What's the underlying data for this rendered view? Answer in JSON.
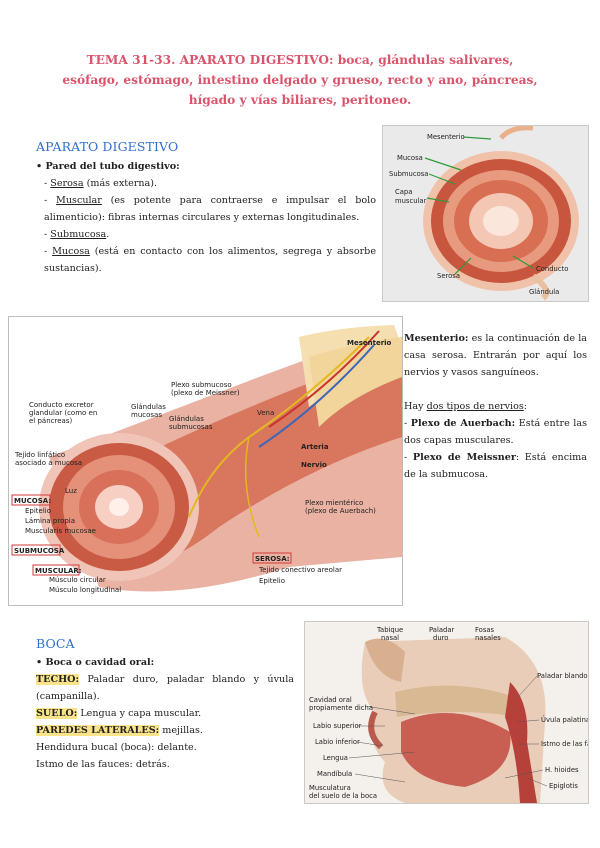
{
  "title": "TEMA 31-33. APARATO DIGESTIVO: boca, glándulas salivares, esófago, estómago, intestino delgado y grueso, recto y ano, páncreas, hígado y vías biliares, peritoneo.",
  "section1": {
    "heading": "APARATO DIGESTIVO",
    "bullet": "• Pared del tubo digestivo:",
    "items": [
      {
        "dash": "- ",
        "term": "Serosa",
        "rest": " (más externa)."
      },
      {
        "dash": "- ",
        "term": "Muscular",
        "rest": " (es potente para contraerse e impulsar el bolo alimenticio): fibras internas circulares y externas longitudinales."
      },
      {
        "dash": "- ",
        "term": "Submucosa",
        "rest": "."
      },
      {
        "dash": "- ",
        "term": "Mucosa",
        "rest": " (está en contacto con los alimentos, segrega y absorbe sustancias)."
      }
    ],
    "figure1": {
      "labels": {
        "mesenterio": "Mesenterio",
        "mucosa": "Mucosa",
        "submucosa": "Submucosa",
        "capa_muscular_1": "Capa",
        "capa_muscular_2": "muscular",
        "serosa": "Serosa",
        "conducto": "Conducto",
        "glandula": "Glándula"
      }
    }
  },
  "figure2": {
    "labels": {
      "mesenterio": "Mesenterio",
      "plexo_sub_1": "Plexo submucoso",
      "plexo_sub_2": "(plexo de Meissner)",
      "conducto_1": "Conducto excretor",
      "conducto_2": "glandular (como en",
      "conducto_3": "el páncreas)",
      "glandulas_mucosas_1": "Glándulas",
      "glandulas_mucosas_2": "mucosas",
      "glandulas_sub_1": "Glándulas",
      "glandulas_sub_2": "submucosas",
      "vena": "Vena",
      "arteria": "Arteria",
      "nervio": "Nervio",
      "tejido_linf_1": "Tejido linfático",
      "tejido_linf_2": "asociado a mucosa",
      "luz": "Luz",
      "mucosa_box": "MUCOSA:",
      "epitelio": "Epitelio",
      "lamina": "Lámina propia",
      "muscularis": "Muscularis mucosae",
      "submucosa_box": "SUBMUCOSA",
      "muscular_box": "MUSCULAR:",
      "musculo_circular": "Músculo circular",
      "musculo_long": "Músculo longitudinal",
      "plexo_mie_1": "Plexo mientérico",
      "plexo_mie_2": "(plexo de Auerbach)",
      "serosa_box": "SEROSA:",
      "tejido_conectivo": "Tejido conectivo areolar",
      "epitelio2": "Epitelio"
    }
  },
  "mesenterio_block": {
    "term": "Mesenterio:",
    "text": " es la continuación de la casa serosa. Entrarán por aquí los nervios y vasos sanguíneos.",
    "hay_prefix": "Hay ",
    "hay_u": "dos tipos de nervios",
    "hay_suffix": ":",
    "items": [
      {
        "dash": "- ",
        "term": "Plexo de Auerbach:",
        "rest": " Está entre las dos capas musculares."
      },
      {
        "dash": "- ",
        "term": "Plexo de Meissner",
        "rest": ": Está encima de la submucosa."
      }
    ]
  },
  "section2": {
    "heading": "BOCA",
    "bullet": "• Boca o cavidad oral:",
    "lines": [
      {
        "hl": "TECHO:",
        "rest": " Paladar duro, paladar blando y úvula (campanilla)."
      },
      {
        "hl": "SUELO:",
        "rest": " Lengua y capa muscular."
      },
      {
        "hl": "PAREDES LATERALES:",
        "rest": " mejillas."
      },
      {
        "hl": "",
        "rest": "Hendidura bucal (boca): delante."
      },
      {
        "hl": "",
        "rest": "Istmo de las fauces: detrás."
      }
    ],
    "figure3": {
      "labels": {
        "tabique_1": "Tabique",
        "tabique_2": "nasal",
        "paladar_duro_1": "Paladar",
        "paladar_duro_2": "duro",
        "fosas_1": "Fosas",
        "fosas_2": "nasales",
        "paladar_blando": "Paladar blando",
        "cavidad_1": "Cavidad oral",
        "cavidad_2": "propiamente dicha",
        "labio_sup": "Labio superior",
        "labio_inf": "Labio inferior",
        "lengua": "Lengua",
        "mandibula": "Mandíbula",
        "musculatura_1": "Musculatura",
        "musculatura_2": "del suelo de la boca",
        "uvula": "Úvula palatina",
        "istmo": "Istmo de las fauces",
        "hioides": "H. hioides",
        "epiglotis": "Epiglotis"
      }
    }
  },
  "colors": {
    "title": "#d9546b",
    "heading": "#2f6fd0",
    "highlight": "#fbe38a",
    "tissue": "#c8553d",
    "arrow_green": "#2e9b3a"
  }
}
